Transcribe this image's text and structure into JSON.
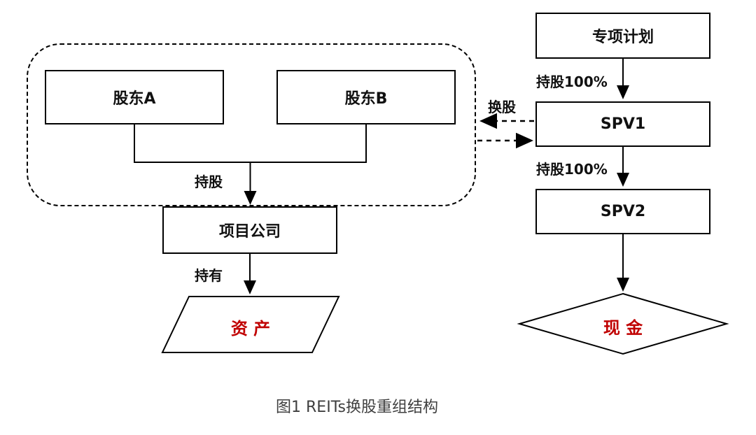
{
  "figure": {
    "caption": "图1 REITs换股重组结构"
  },
  "left_group": {
    "shareholder_a": "股东A",
    "shareholder_b": "股东B",
    "project_company": "项目公司",
    "assets": "资 产",
    "label_holding": "持股",
    "label_holds": "持有"
  },
  "right_group": {
    "special_plan": "专项计划",
    "spv1": "SPV1",
    "spv2": "SPV2",
    "cash": "现 金",
    "label_holding_100_top": "持股100%",
    "label_holding_100_bottom": "持股100%"
  },
  "swap": {
    "label": "换股"
  },
  "colors": {
    "accent_red": "#c00000",
    "line": "#000000"
  }
}
